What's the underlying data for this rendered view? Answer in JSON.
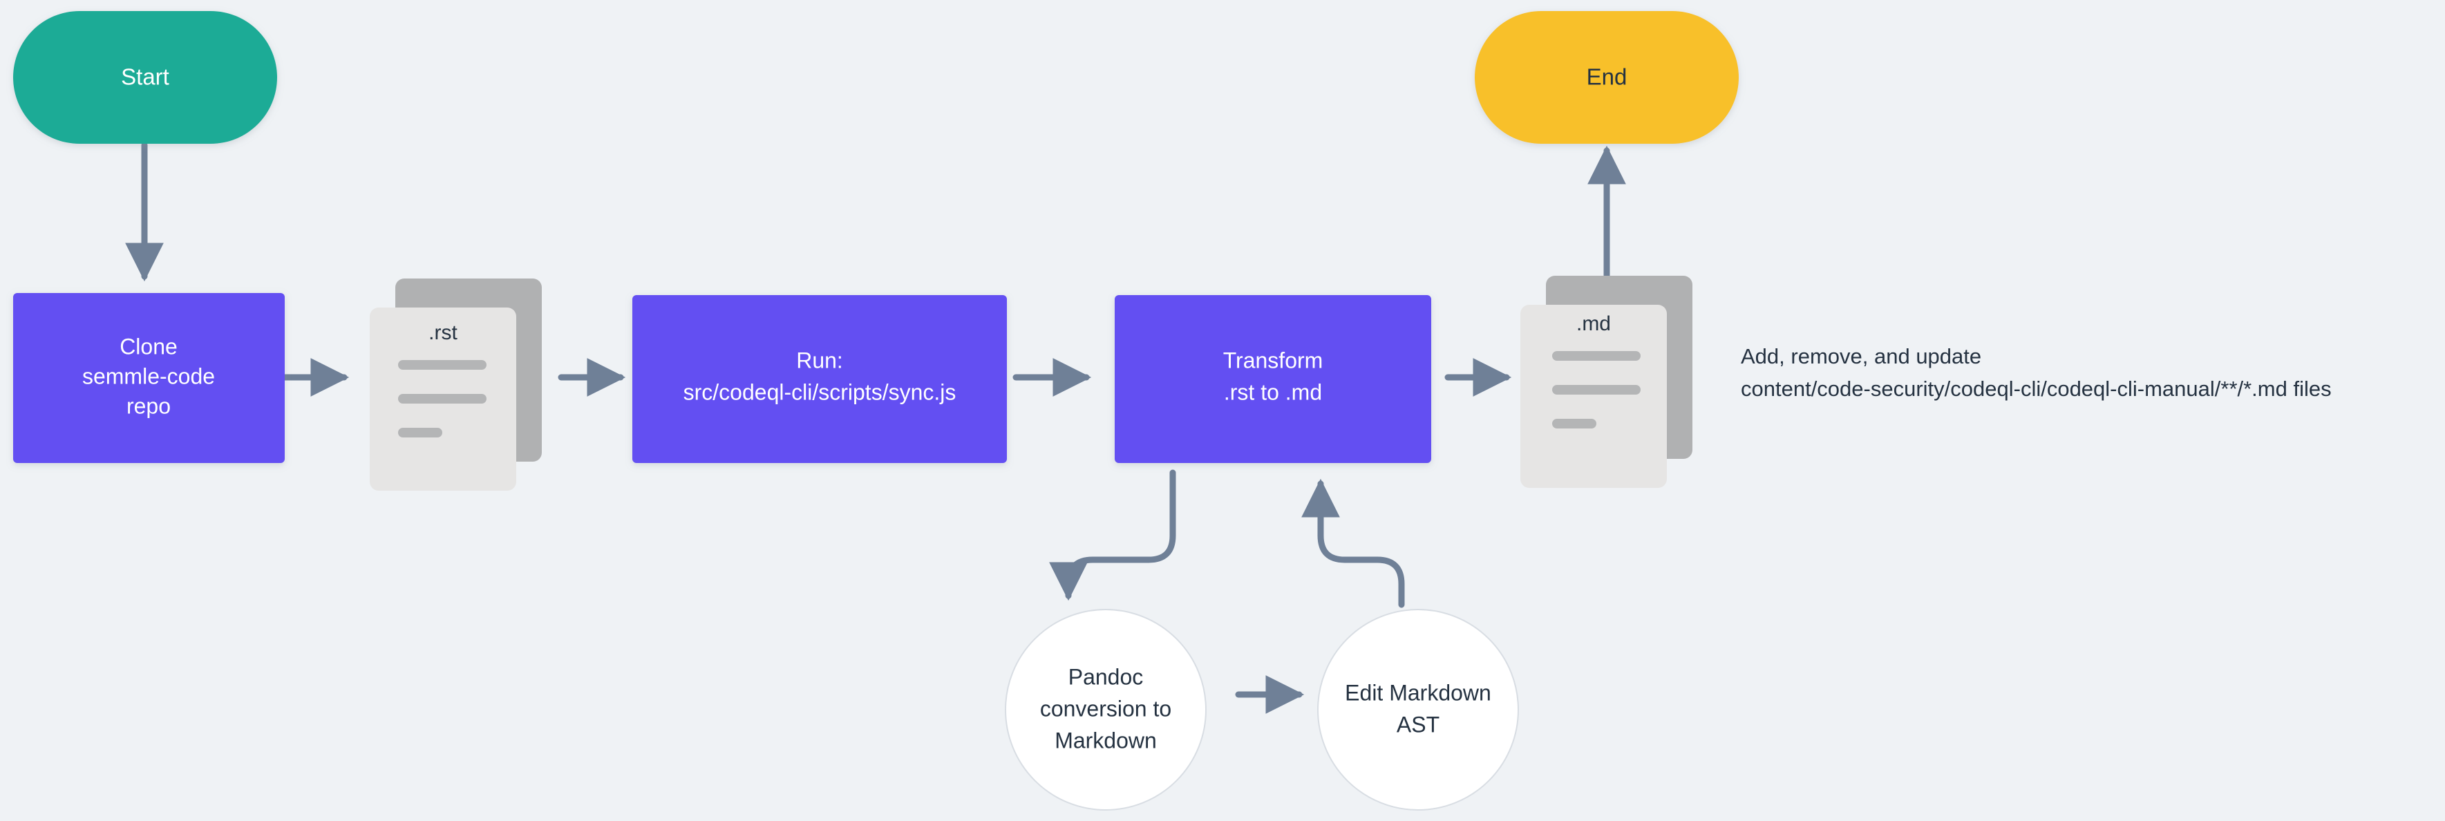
{
  "diagram": {
    "title": "codeql-cli docs sync flowchart",
    "background_color": "#eff2f5",
    "colors": {
      "start_fill": "#1aab96",
      "end_fill": "#f8c02c",
      "process_fill": "#6350f2",
      "doc_front_fill": "#e6e5e4",
      "doc_back_fill": "#b0b1b2",
      "doc_line_fill": "#b4b5b6",
      "circle_fill": "#ffffff",
      "circle_stroke": "#d8dde3",
      "connector": "#6f8097",
      "dark_text": "#253241",
      "light_text": "#ffffff"
    },
    "nodes": {
      "start": {
        "label": "Start",
        "shape": "stadium"
      },
      "clone": {
        "label_lines": [
          "Clone",
          "semmle-code",
          "repo"
        ],
        "shape": "rect"
      },
      "rst_doc": {
        "label": ".rst",
        "shape": "document-stack"
      },
      "run": {
        "label_lines": [
          "Run:",
          "src/codeql-cli/scripts/sync.js"
        ],
        "shape": "rect"
      },
      "transform": {
        "label_lines": [
          "Transform",
          ".rst to .md"
        ],
        "shape": "rect"
      },
      "md_doc": {
        "label": ".md",
        "shape": "document-stack"
      },
      "end": {
        "label": "End",
        "shape": "stadium"
      },
      "pandoc": {
        "label_lines": [
          "Pandoc",
          "conversion to",
          "Markdown"
        ],
        "shape": "circle"
      },
      "edit_ast": {
        "label_lines": [
          "Edit Markdown",
          "AST"
        ],
        "shape": "circle"
      }
    },
    "annotation": {
      "line1": "Add, remove, and update",
      "line2": "content/code-security/codeql-cli/codeql-cli-manual/**/*.md files"
    },
    "edges": [
      {
        "from": "start",
        "to": "clone",
        "direction": "down"
      },
      {
        "from": "clone",
        "to": "rst_doc",
        "direction": "right"
      },
      {
        "from": "rst_doc",
        "to": "run",
        "direction": "right"
      },
      {
        "from": "run",
        "to": "transform",
        "direction": "right"
      },
      {
        "from": "transform",
        "to": "md_doc",
        "direction": "right"
      },
      {
        "from": "md_doc",
        "to": "end",
        "direction": "up"
      },
      {
        "from": "transform",
        "to": "pandoc",
        "direction": "curve-down-left"
      },
      {
        "from": "pandoc",
        "to": "edit_ast",
        "direction": "right"
      },
      {
        "from": "edit_ast",
        "to": "transform",
        "direction": "curve-up-left"
      }
    ]
  }
}
